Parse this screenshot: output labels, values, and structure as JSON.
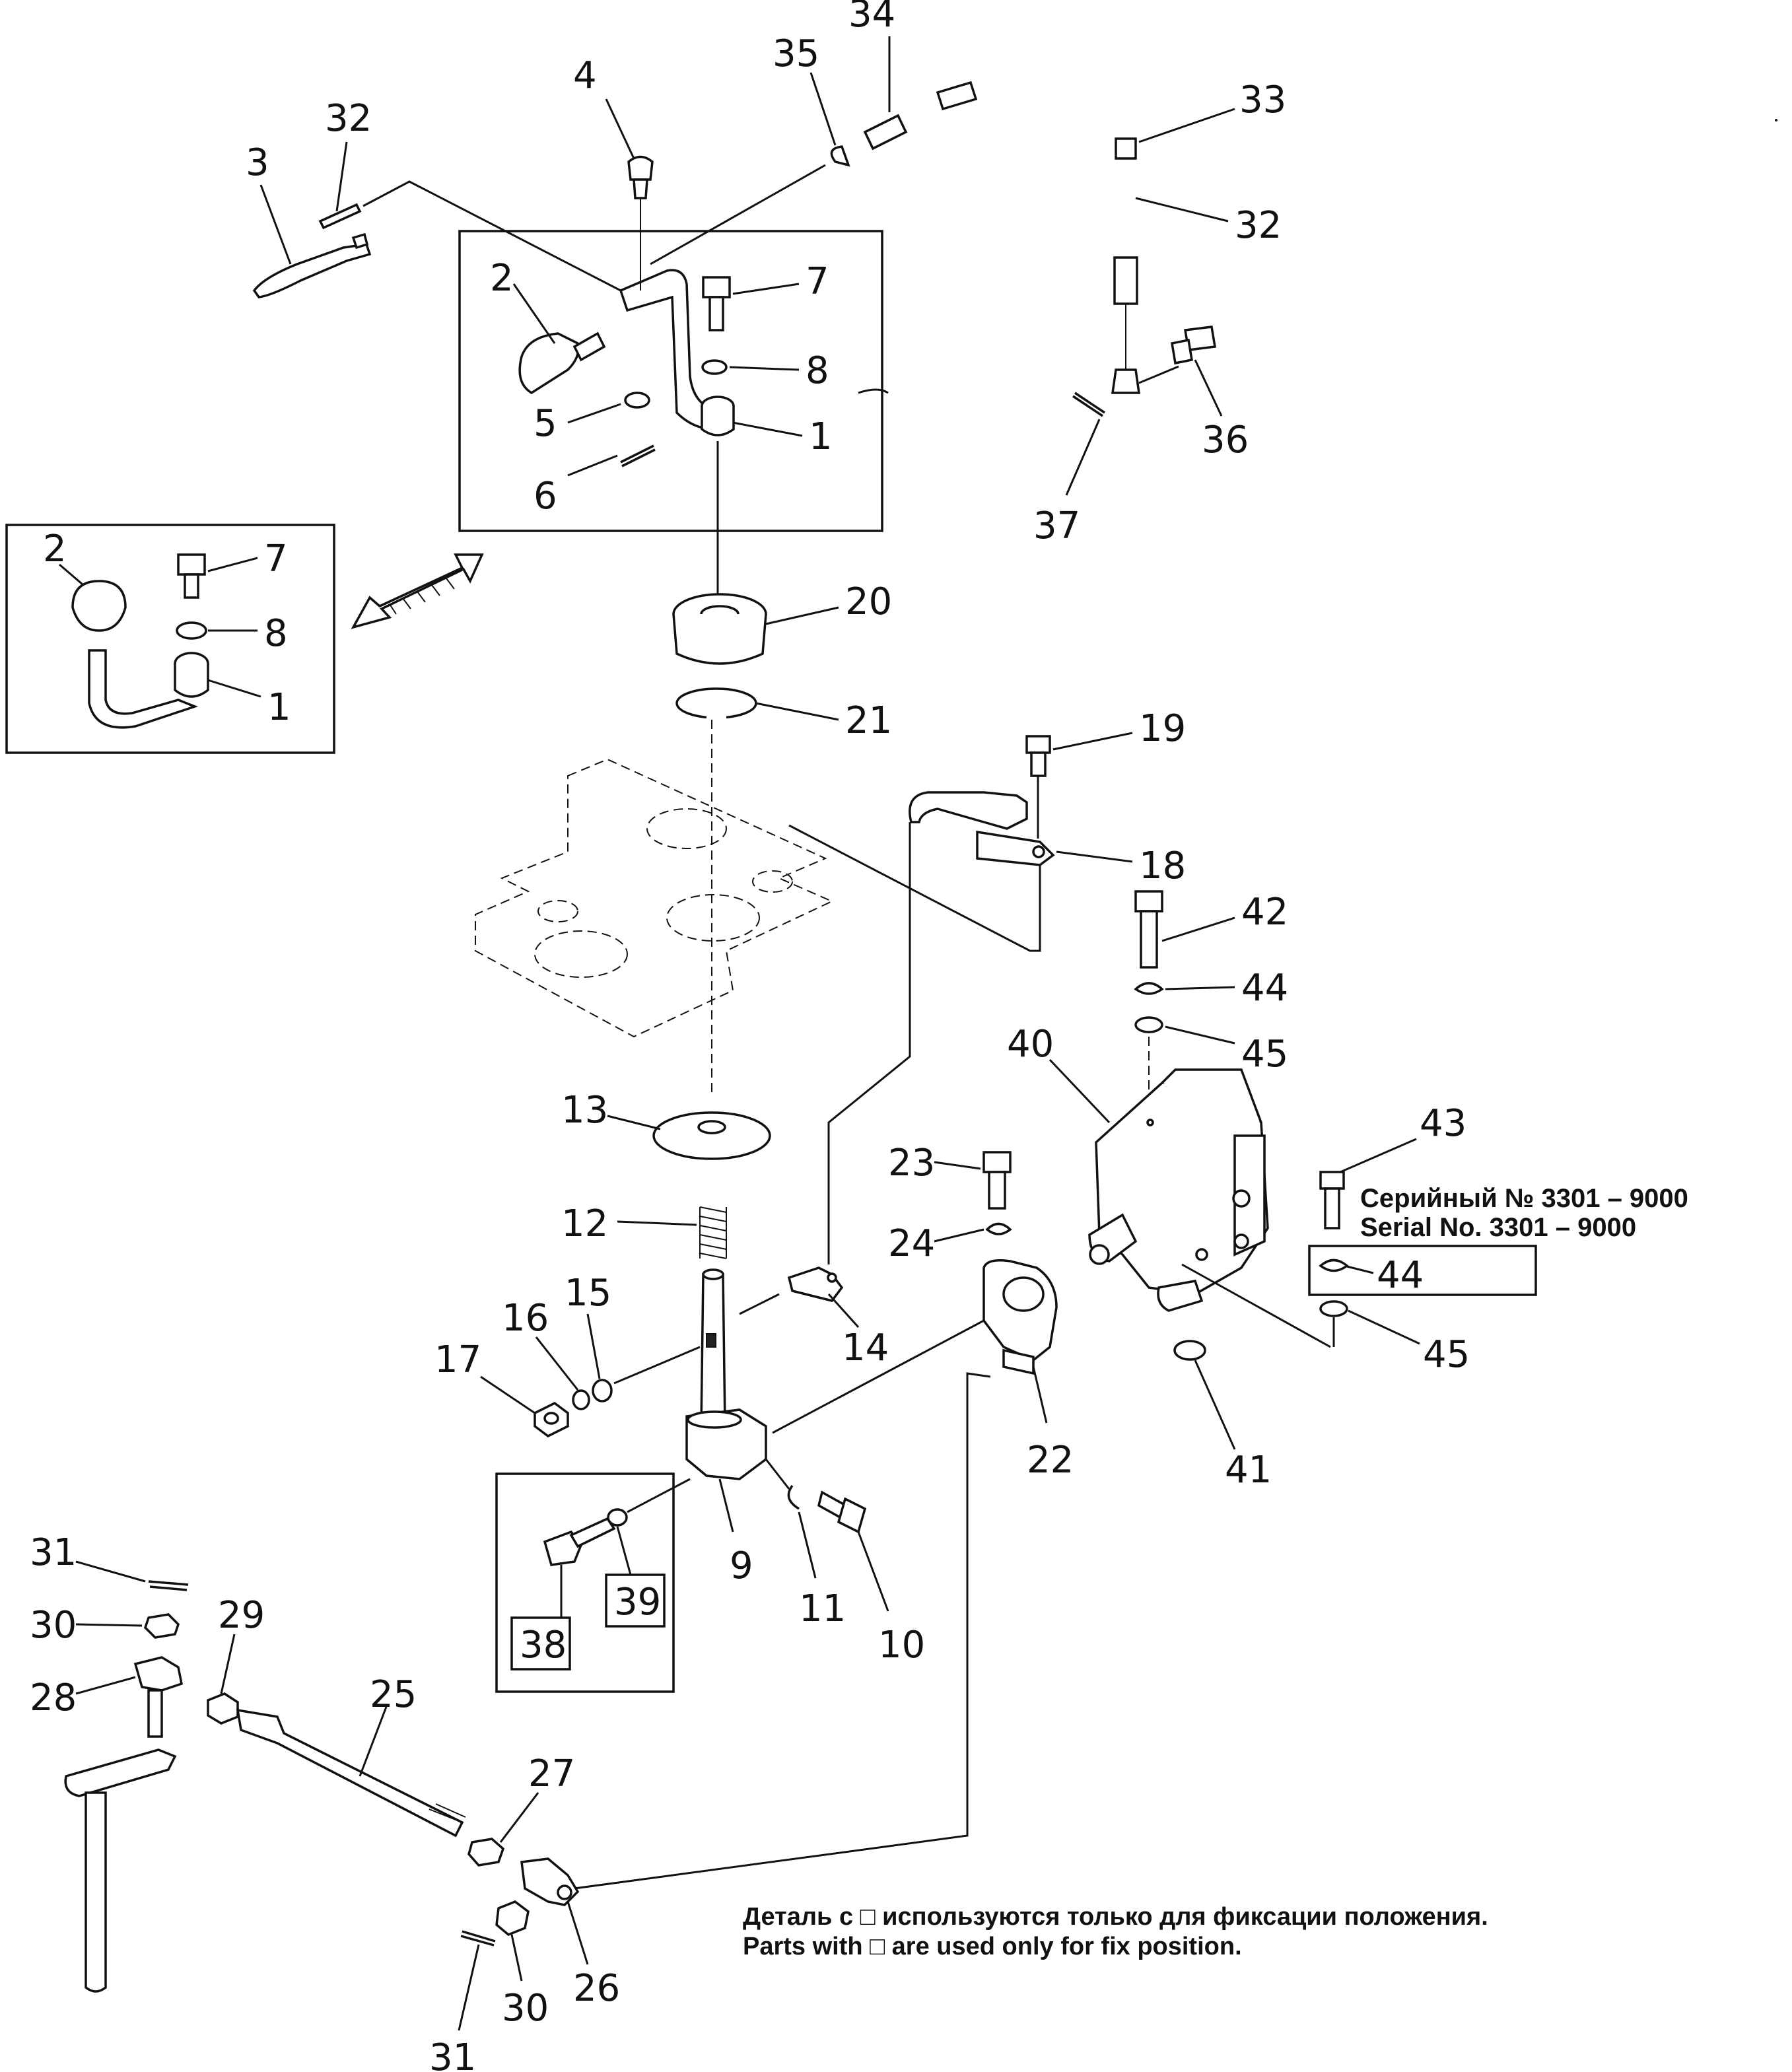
{
  "labels": {
    "p1": "1",
    "p2": "2",
    "p3": "3",
    "p4": "4",
    "p5": "5",
    "p6": "6",
    "p7": "7",
    "p8": "8",
    "p9": "9",
    "p10": "10",
    "p11": "11",
    "p12": "12",
    "p13": "13",
    "p14": "14",
    "p15": "15",
    "p16": "16",
    "p17": "17",
    "p18": "18",
    "p19": "19",
    "p20": "20",
    "p21": "21",
    "p22": "22",
    "p23": "23",
    "p24": "24",
    "p25": "25",
    "p26": "26",
    "p27": "27",
    "p28": "28",
    "p29": "29",
    "p30": "30",
    "p31": "31",
    "p32": "32",
    "p33": "33",
    "p34": "34",
    "p35": "35",
    "p36": "36",
    "p37": "37",
    "p38": "38",
    "p39": "39",
    "p40": "40",
    "p41": "41",
    "p42": "42",
    "p43": "43",
    "p44": "44",
    "p45": "45"
  },
  "serial_note": {
    "ru": "Серийный № 3301 – 9000",
    "en": "Serial No. 3301 – 9000"
  },
  "footnote": {
    "ru": "Деталь с □ используются только для фиксации положения.",
    "en": "Parts with □ are used only for fix position."
  }
}
